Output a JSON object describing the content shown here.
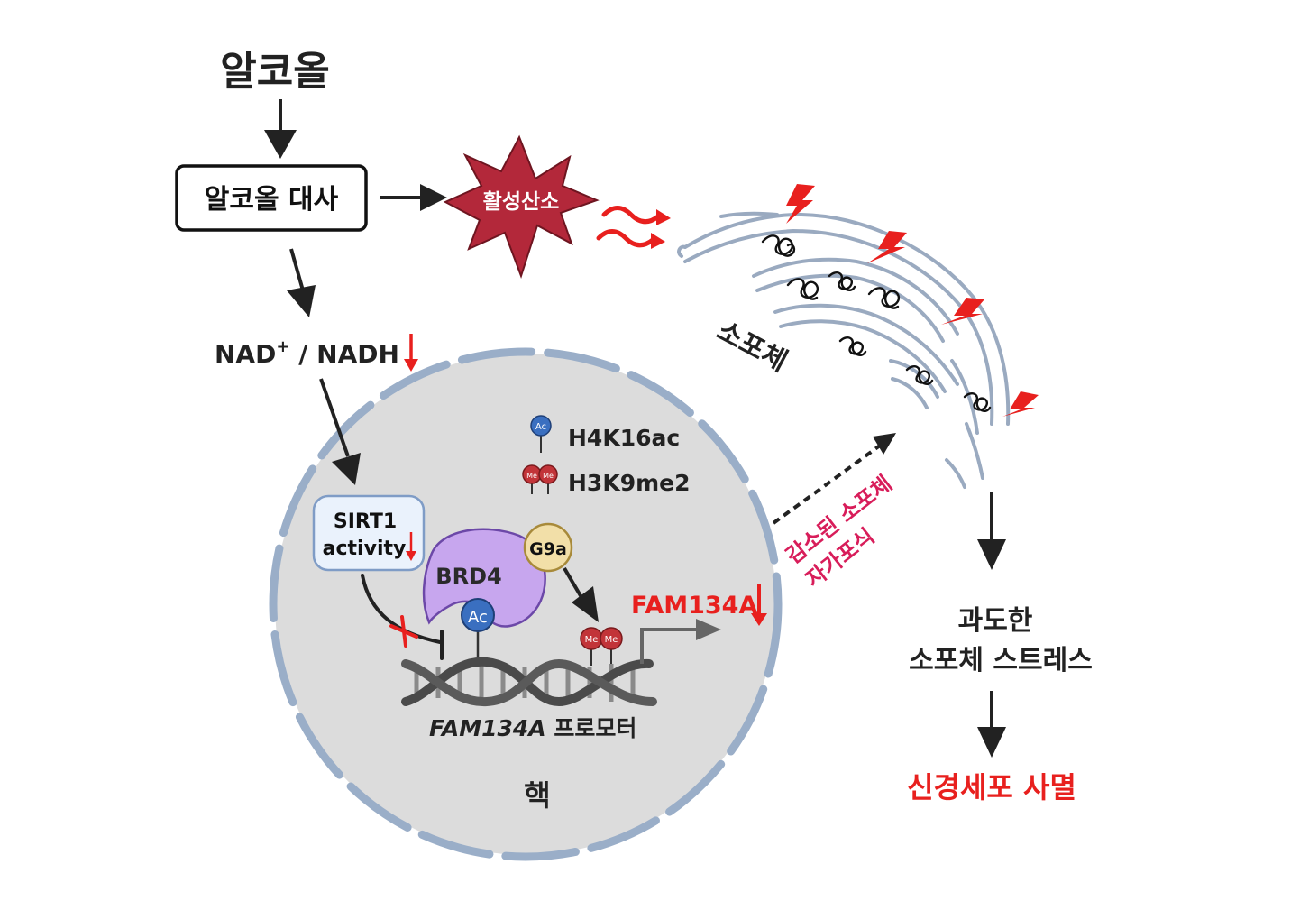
{
  "title": "알코올",
  "metabolism_box": "알코올 대사",
  "ros_label": "활성산소",
  "nad_label": "NAD",
  "nad_sup": "+",
  "nadh_label": " / NADH",
  "er_label": "소포체",
  "legend": {
    "ac_badge": "Ac",
    "ac_text": "H4K16ac",
    "me_badge": "Me",
    "me_text": "H3K9me2"
  },
  "sirt1_line1": "SIRT1",
  "sirt1_line2": "activity",
  "brd4_label": "BRD4",
  "g9a_label": "G9a",
  "fam134a_label": "FAM134A",
  "promoter_gene": "FAM134A",
  "promoter_word": " 프로모터",
  "nucleus_label": "핵",
  "reduced_line1": "감소된 소포체",
  "reduced_line2": "자가포식",
  "stress_line1": "과도한",
  "stress_line2": "소포체 스트레스",
  "death_label": "신경세포 사멸",
  "colors": {
    "red": "#e8201e",
    "crimson": "#d81d5a",
    "ros_fill": "#b3283a",
    "nucleus_fill": "#dcdcdc",
    "nucleus_dash": "#9aaec8",
    "brd4_fill": "#c7a6ee",
    "g9a_fill": "#f2dfa8",
    "ac_fill": "#3a6fc0",
    "me_fill": "#c23439",
    "sirt1_fill": "#eaf2fc",
    "dna": "#4a4a4a"
  }
}
